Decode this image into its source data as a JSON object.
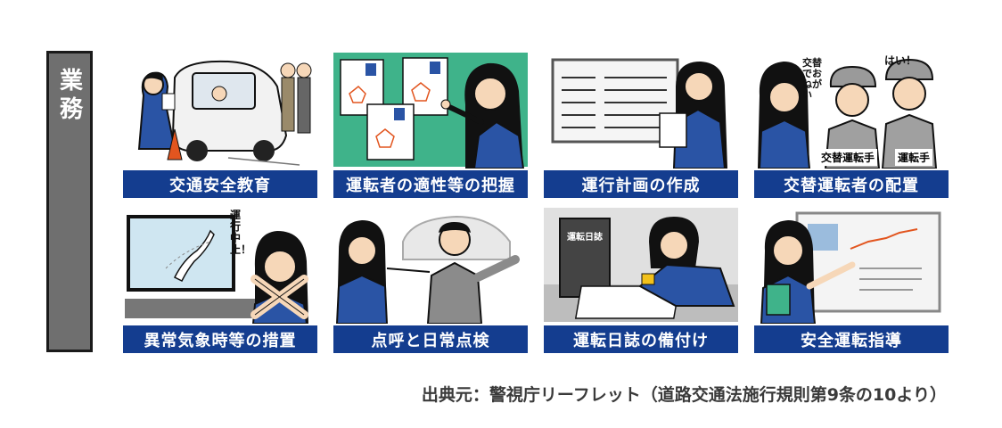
{
  "side_label": "業務",
  "panels": [
    {
      "caption": "交通安全教育",
      "icon": "driver-training-illustration"
    },
    {
      "caption": "運転者の適性等の把握",
      "icon": "aptitude-chart-illustration"
    },
    {
      "caption": "運行計画の作成",
      "icon": "operation-plan-illustration"
    },
    {
      "caption": "交替運転者の配置",
      "icon": "relief-driver-illustration",
      "speech": {
        "left": "交替でおねがい",
        "right": "はい！"
      },
      "tags": [
        "交替運転手",
        "運転手"
      ]
    },
    {
      "caption": "異常気象時等の措置",
      "icon": "abnormal-weather-illustration",
      "speech": {
        "notice": "運行中止！"
      }
    },
    {
      "caption": "点呼と日常点検",
      "icon": "roll-call-illustration"
    },
    {
      "caption": "運転日誌の備付け",
      "icon": "driving-log-illustration",
      "book_title": "運転日誌"
    },
    {
      "caption": "安全運転指導",
      "icon": "safety-guidance-illustration"
    }
  ],
  "source": "出典元：警視庁リーフレット（道路交通法施行規則第9条の10より）"
}
